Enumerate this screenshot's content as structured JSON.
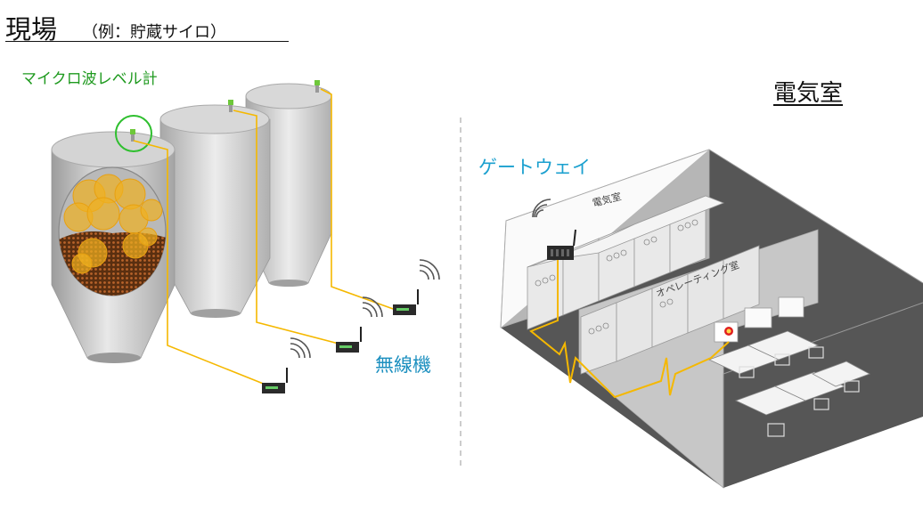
{
  "title": {
    "main": "現場",
    "sub": "（例：貯蔵サイロ）"
  },
  "labels": {
    "level_sensor": "マイクロ波レベル計",
    "wireless_unit": "無線機",
    "gateway": "ゲートウェイ",
    "electrical_room": "電気室"
  },
  "room_sign": {
    "electrical": "電気室",
    "operating": "オペレーティング室"
  },
  "colors": {
    "cable": "#f5b800",
    "sensor_highlight": "#2fbf2f",
    "accent_text": "#1b8fbf",
    "sensor_label": "#1f9a1f",
    "silo": "#c8c8c8",
    "floor": "#555555",
    "alarm": "#e02020"
  },
  "icons": [
    "microwave-level-sensor-icon",
    "wireless-transmitter-icon",
    "gateway-icon",
    "radio-wave-icon",
    "alarm-light-icon"
  ]
}
